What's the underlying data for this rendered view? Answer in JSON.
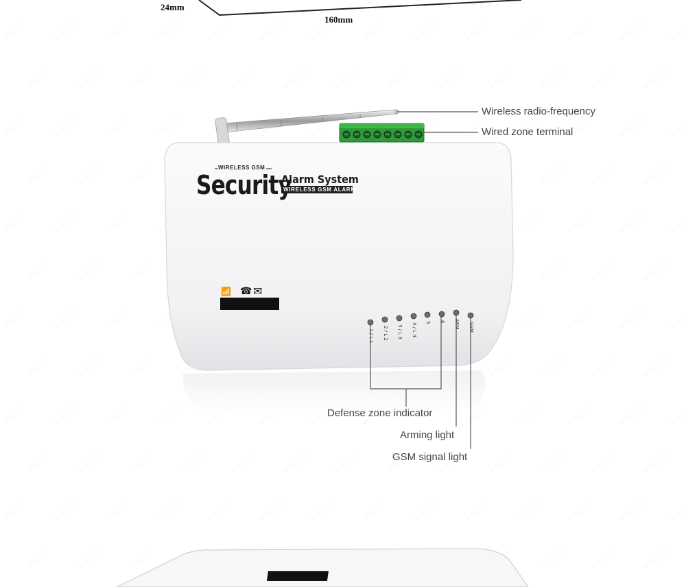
{
  "dimensions": {
    "height_label": "24mm",
    "width_label": "160mm"
  },
  "device": {
    "logo_top": "WIRELESS GSM",
    "logo_main": "Security",
    "logo_sub": "Alarm System",
    "logo_band": "WIRELESS GSM ALARM",
    "led_labels": [
      "1 / L 1",
      "2 / L 2",
      "3 / L 3",
      "4 / L 4",
      "5",
      "6",
      "ARM",
      "GSM"
    ]
  },
  "callouts": {
    "antenna": "Wireless radio-frequency",
    "terminal": "Wired zone terminal",
    "defense": "Defense zone indicator",
    "arming": "Arming light",
    "gsm": "GSM signal light"
  },
  "colors": {
    "terminal_green": "#2f9a3a",
    "leader_line": "#555555"
  }
}
